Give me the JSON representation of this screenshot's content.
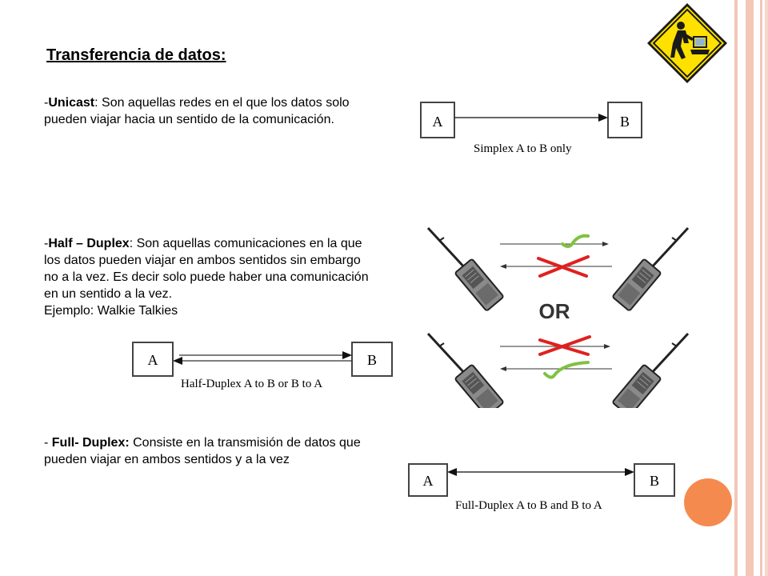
{
  "title": "Transferencia de datos",
  "title_colon": ":",
  "unicast": {
    "lead": "-",
    "term": "Unicast",
    "rest": ": Son aquellas redes en el que los datos solo",
    "line2": "pueden viajar hacia un sentido de la comunicación."
  },
  "half_duplex": {
    "lead": "-",
    "term": "Half – Duplex",
    "rest": ": Son aquellas comunicaciones en la que",
    "line2": "los datos pueden viajar en ambos sentidos sin embargo",
    "line3": "no a la vez. Es decir solo puede haber una comunicación",
    "line4": "en un sentido a la vez.",
    "example": "Ejemplo: Walkie Talkies"
  },
  "full_duplex": {
    "lead": "- ",
    "term": "Full- Duplex:",
    "rest": " Consiste en la transmisión de datos que",
    "line2": "pueden viajar en ambos sentidos y a la vez"
  },
  "diagrams": {
    "simplex": {
      "node_a": "A",
      "node_b": "B",
      "caption": "Simplex A to B only"
    },
    "half": {
      "node_a": "A",
      "node_b": "B",
      "caption": "Half-Duplex A to B or B to A"
    },
    "full": {
      "node_a": "A",
      "node_b": "B",
      "caption": "Full-Duplex A to B and B to A"
    }
  },
  "walkie": {
    "or_label": "OR"
  },
  "colors": {
    "border_pink": "#f4c6b8",
    "accent_orange": "#f58a4f",
    "sign_yellow": "#ffe100",
    "check_green": "#7fc241",
    "cross_red": "#e02020"
  }
}
